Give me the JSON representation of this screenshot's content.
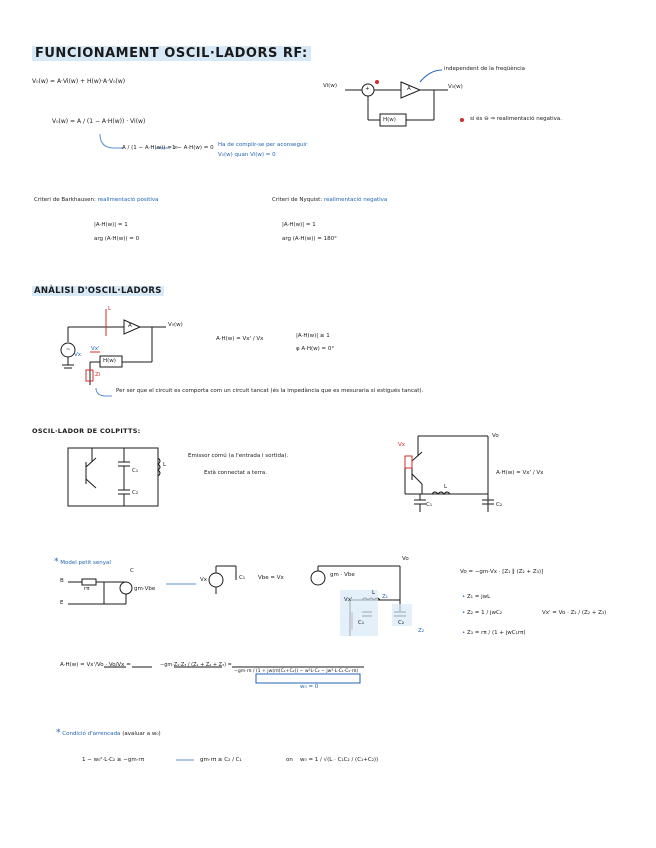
{
  "sections": {
    "functionament": {
      "title": "FUNCIONAMENT OSCIL·LADORS RF:",
      "eq1": "V₀(w) = A·Vi(w) + H(w)·A·V₀(w)",
      "eq2": "V₀(w) = A / (1 − A·H(w)) · Vi(w)",
      "eq3_left": "A / (1 − A·H(w)) = ∞",
      "eq3_right": "1 − A·H(w) = 0",
      "note_line1": "Ha de complir-se per aconseguir",
      "note_line2": "V₀(w) quan Vi(w) = 0",
      "diagram_input": "Vi(w)",
      "diagram_output": "V₀(w)",
      "block_A": "A",
      "block_H": "H(w)",
      "sum_plus": "+",
      "sum_plus_small": "+",
      "annotation": "independent de la freqüència",
      "bullet_note": "si és ⊖ ⇒ realimentació negativa."
    },
    "criteria": {
      "barkhausen_label": "Criteri de Barkhausen:",
      "barkhausen_value": "realimentació positiva",
      "barkhausen_eq1": "|A·H(w)| = 1",
      "barkhausen_eq2": "arg (A·H(w)) = 0",
      "nyquist_label": "Criteri de Nyquist:",
      "nyquist_value": "realimentació negativa",
      "nyquist_eq1": "|A·H(w)| = 1",
      "nyquist_eq2": "arg (A·H(w)) = 180°"
    },
    "analisi": {
      "title": "ANÀLISI D'OSCIL·LADORS",
      "label_V0": "V₀(w)",
      "label_Vx": "Vx",
      "label_Vxp": "Vx'",
      "label_L": "L",
      "label_Zi": "Zi",
      "block_A": "A",
      "block_H": "H(w)",
      "source": "~",
      "eq1": "A·H(w) = Vx' / Vx",
      "eq2": "|A·H(w)| ≥ 1",
      "eq3": "φ A·H(w) = 0°",
      "note": "Per ser que el circuit es comporta com un circuit tancat (és la impedància que es mesuraria si estigués tancat)."
    },
    "colpitts": {
      "title": "OSCIL·LADOR DE COLPITTS:",
      "bullet1": "Emissor comú (a l'entrada i sortida).",
      "bullet2": "Està connectat a terra.",
      "label_C1": "C₁",
      "label_C2": "C₂",
      "label_L": "L",
      "label_Vo": "Vo",
      "label_Vx": "Vx",
      "eq": "A·H(w) = Vx' / Vx"
    },
    "model": {
      "title": "Model petit senyal",
      "label_B": "B",
      "label_C": "C",
      "label_E": "E",
      "label_rpi": "rπ",
      "label_gm": "gm·Vbe",
      "label_Vx": "Vx",
      "label_Vbe": "Vbe = Vx",
      "label_C1": "C₁",
      "label_C2": "C₂",
      "label_Z1": "Z₁",
      "label_Z2": "Z₂",
      "label_L": "L",
      "label_Vo": "Vo",
      "label_Vxp": "Vx'",
      "label_Vx_src": "Vx",
      "label_gmvbe": "gm · Vbe",
      "eq_vo": "Vo = −gm·Vx · [Z₁ ∥ (Z₂ + Z₃)]",
      "eq_z1": "Z₁ = jwL",
      "eq_z2": "Z₂ = 1 / jwC₂",
      "eq_z3": "Z₃ = rπ / (1 + jwC₁rπ)",
      "eq_vxp": "Vx' = Vo · Z₂ / (Z₂ + Z₃)",
      "eq_big_left": "A·H(w) = Vx'/Vo · Vo/Vx =",
      "eq_big_mid": "−gm·Z₁·Z₃ / (Z₁ + Z₂ + Z₃) =",
      "eq_big_right": "−gm·rπ / (1 + jw(rπ(C₁+C₂)) − w²L·C₂ − jw³·L·C₁·C₂·rπ)",
      "eq_w0": "w₀ = 0"
    },
    "arrencada": {
      "title": "Condició d'arrencada",
      "note": "(avaluar a w₀)",
      "eq1": "1 − w₀²·L·C₂ ≥ −gm·rπ",
      "eq2": "gm·rπ ≥ C₂ / C₁",
      "on": "on",
      "eq3": "w₀ = 1 / √(L · C₁C₂ / (C₁+C₂))"
    }
  },
  "colors": {
    "highlight": "#d7e8f7",
    "blue_ink": "#1f63b5",
    "red_ink": "#d42a2a",
    "black_ink": "#1a1a1a"
  }
}
